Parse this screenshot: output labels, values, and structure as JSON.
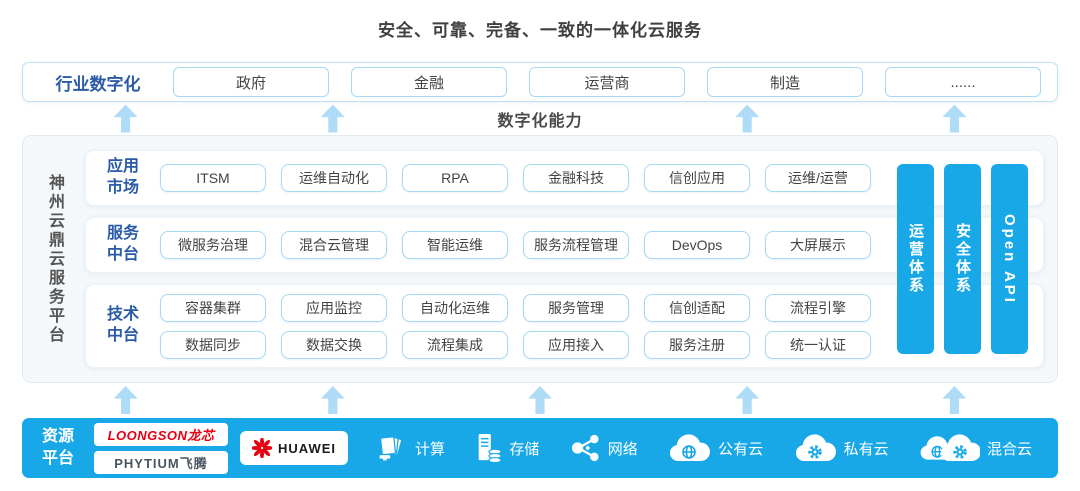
{
  "title": "安全、可靠、完备、一致的一体化云服务",
  "industry": {
    "label": "行业数字化",
    "items": [
      "政府",
      "金融",
      "运营商",
      "制造",
      "......"
    ]
  },
  "capability_label": "数字化能力",
  "platform": {
    "side_label": "神州云鼎云服务平台",
    "rows": [
      {
        "label": "应用市场",
        "items": [
          "ITSM",
          "运维自动化",
          "RPA",
          "金融科技",
          "信创应用",
          "运维/运营"
        ]
      },
      {
        "label": "服务中台",
        "items": [
          "微服务治理",
          "混合云管理",
          "智能运维",
          "服务流程管理",
          "DevOps",
          "大屏展示"
        ]
      },
      {
        "label": "技术中台",
        "items_top": [
          "容器集群",
          "应用监控",
          "自动化运维",
          "服务管理",
          "信创适配",
          "流程引擎"
        ],
        "items_bottom": [
          "数据同步",
          "数据交换",
          "流程集成",
          "应用接入",
          "服务注册",
          "统一认证"
        ]
      }
    ],
    "bars": [
      "运营体系",
      "安全体系",
      "Open API"
    ]
  },
  "resource": {
    "label": "资源平台",
    "vendors": {
      "loongson": "LOONGSON龙芯",
      "phytium": "PHYTIUM飞腾",
      "huawei": "HUAWEI"
    },
    "items": [
      {
        "icon": "compute-icon",
        "label": "计算"
      },
      {
        "icon": "storage-icon",
        "label": "存储"
      },
      {
        "icon": "network-icon",
        "label": "网络"
      },
      {
        "icon": "public-cloud-icon",
        "label": "公有云"
      },
      {
        "icon": "private-cloud-icon",
        "label": "私有云"
      },
      {
        "icon": "hybrid-cloud-icon",
        "label": "混合云"
      }
    ]
  },
  "colors": {
    "accent_blue": "#18A8E8",
    "label_blue": "#2B5BA8",
    "pill_border": "#A6D9F2",
    "arrow_blue": "#AEDCF7",
    "vendor_red": "#E60012",
    "dark_text": "#404040"
  }
}
